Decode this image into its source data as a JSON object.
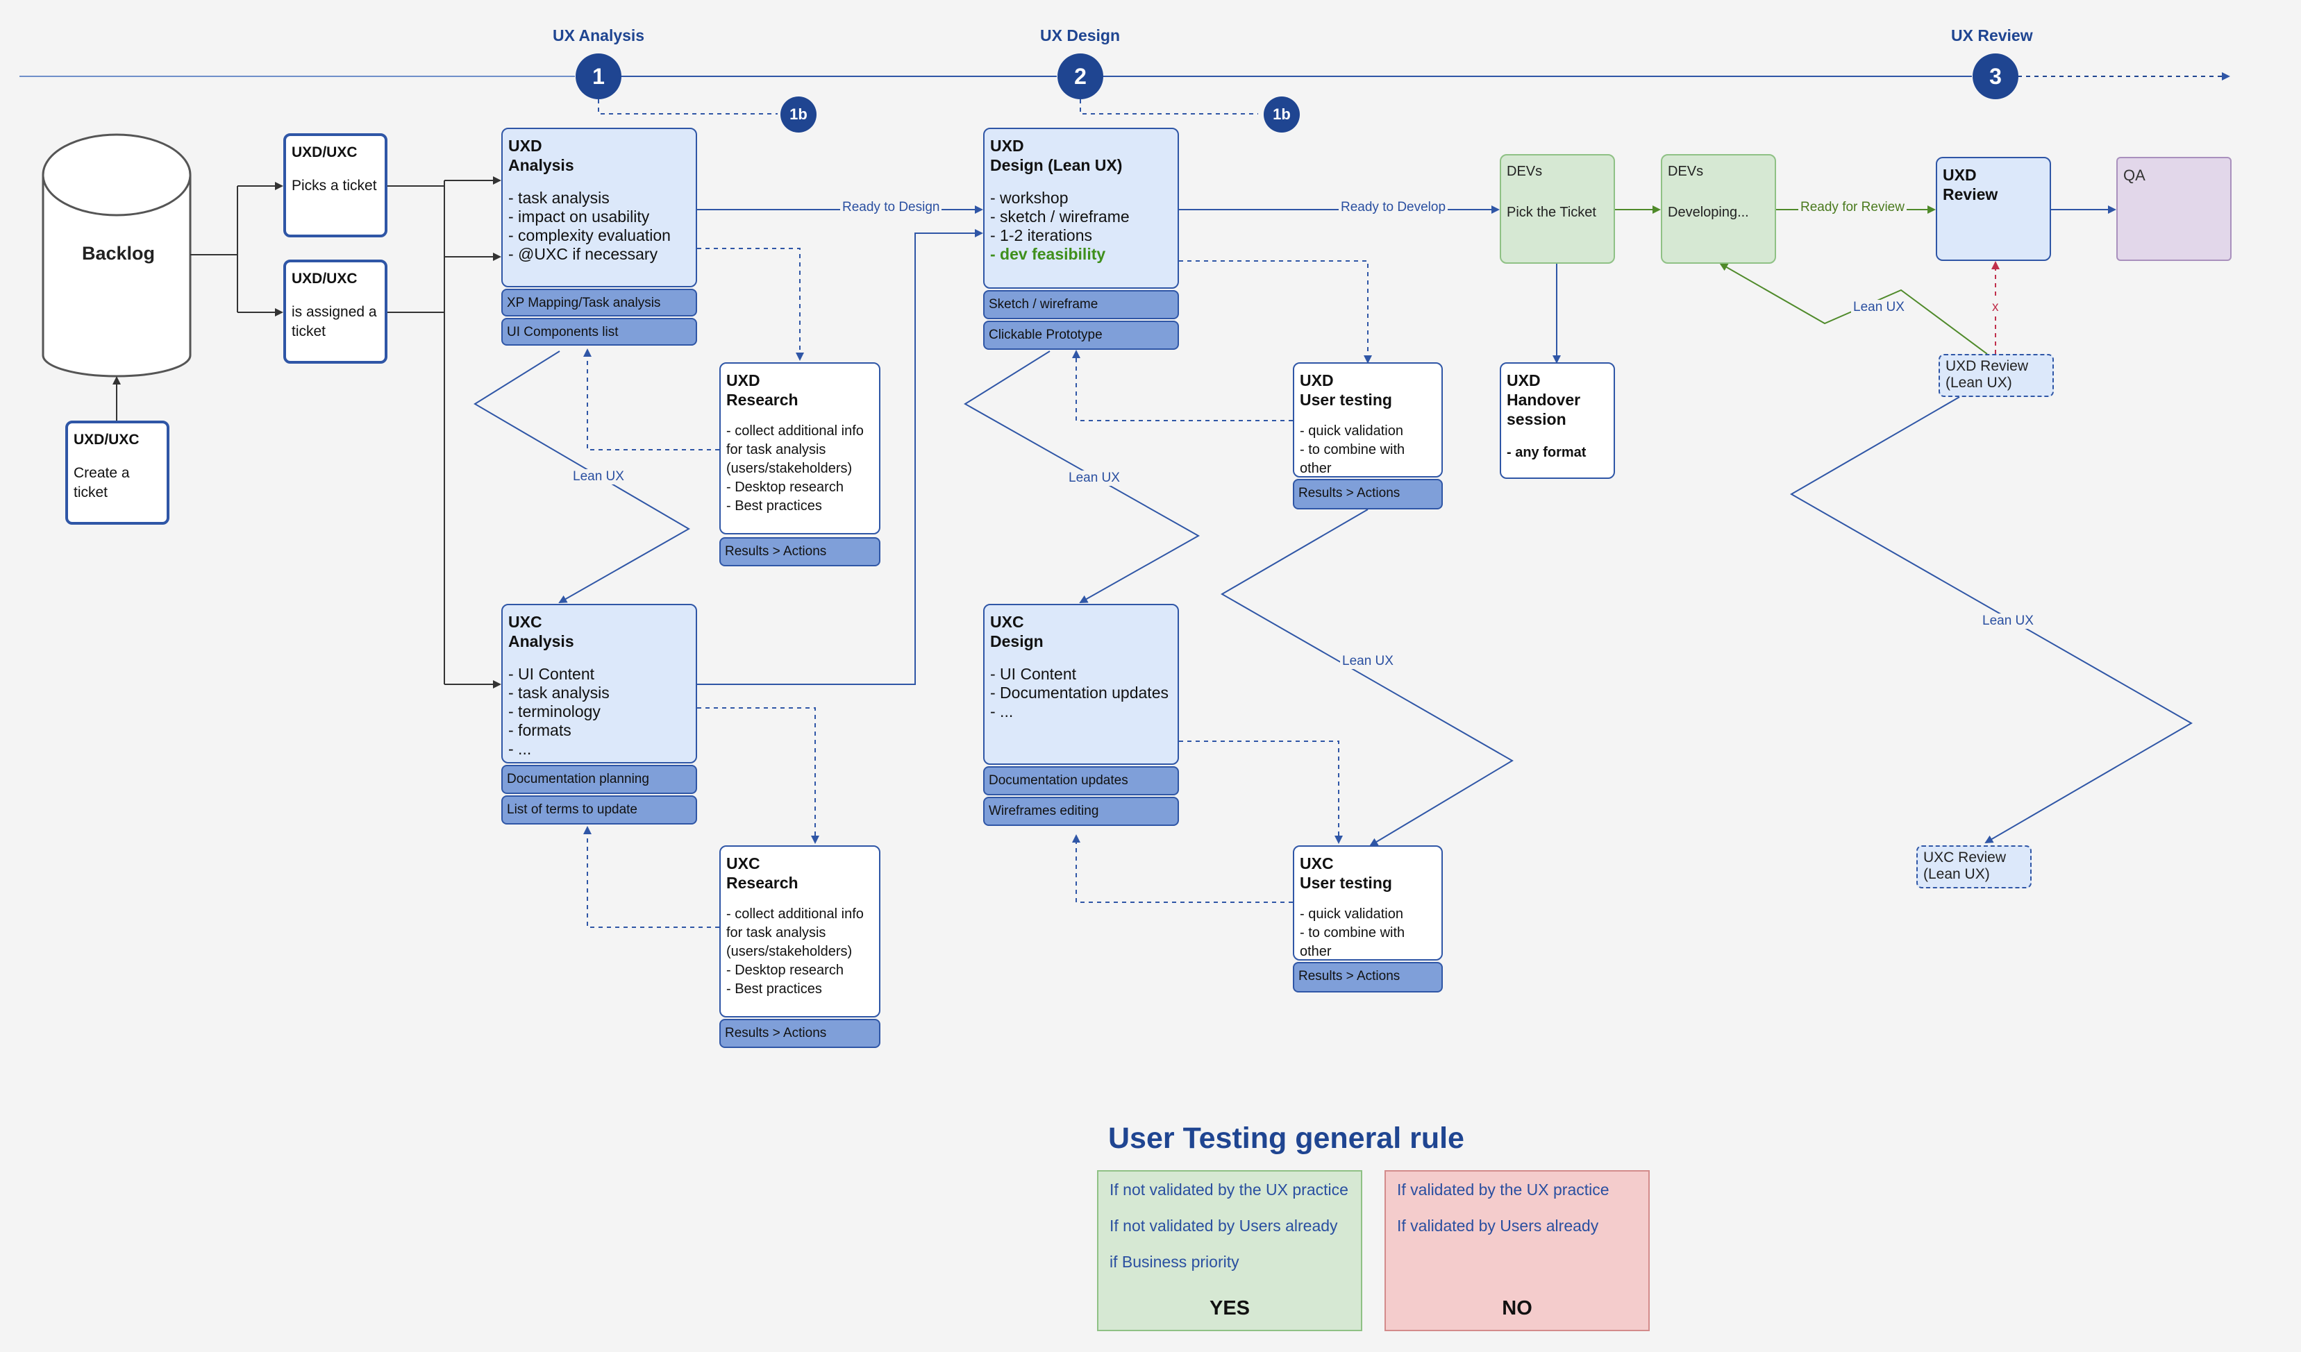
{
  "phases": [
    {
      "label": "UX Analysis",
      "number": "1"
    },
    {
      "label": "UX Design",
      "number": "2"
    },
    {
      "label": "UX Review",
      "number": "3"
    }
  ],
  "subphase_badge": "1b",
  "backlog": "Backlog",
  "nodes": {
    "create_ticket": {
      "title": "UXD/UXC",
      "body": "Create a ticket"
    },
    "picks_ticket": {
      "title": "UXD/UXC",
      "body": "Picks a ticket"
    },
    "assigned_ticket": {
      "title": "UXD/UXC",
      "body": "is assigned a ticket"
    },
    "uxd_analysis": {
      "title1": "UXD",
      "title2": "Analysis",
      "items": [
        "- task analysis",
        "- impact on usability",
        "- complexity evaluation",
        "- @UXC if necessary"
      ],
      "tags": [
        "XP Mapping/Task analysis",
        "UI Components list"
      ]
    },
    "uxd_research": {
      "title1": "UXD",
      "title2": "Research",
      "items": [
        "- collect additional info",
        "for task analysis",
        "(users/stakeholders)",
        "- Desktop research",
        "- Best practices"
      ],
      "tags": [
        "Results > Actions"
      ]
    },
    "uxc_analysis": {
      "title1": "UXC",
      "title2": "Analysis",
      "items": [
        "- UI Content",
        "- task analysis",
        "- terminology",
        "- formats",
        "- ..."
      ],
      "tags": [
        "Documentation planning",
        "List of terms to update"
      ]
    },
    "uxc_research": {
      "title1": "UXC",
      "title2": "Research",
      "items": [
        "- collect additional info",
        "for task analysis",
        "(users/stakeholders)",
        "- Desktop research",
        "- Best practices"
      ],
      "tags": [
        "Results > Actions"
      ]
    },
    "uxd_design": {
      "title1": "UXD",
      "title2": "Design (Lean UX)",
      "items": [
        "- workshop",
        "- sketch / wireframe",
        "- 1-2 iterations"
      ],
      "highlight": "- dev feasibility",
      "tags": [
        "Sketch / wireframe",
        "Clickable Prototype"
      ]
    },
    "uxc_design": {
      "title1": "UXC",
      "title2": "Design",
      "items": [
        "- UI Content",
        "- Documentation updates",
        "- ..."
      ],
      "tags": [
        "Documentation updates",
        "Wireframes editing"
      ]
    },
    "uxd_testing": {
      "title1": "UXD",
      "title2": "User testing",
      "items": [
        "- quick validation",
        "- to combine with other"
      ],
      "tags": [
        "Results > Actions"
      ]
    },
    "uxc_testing": {
      "title1": "UXC",
      "title2": "User testing",
      "items": [
        "- quick validation",
        "- to combine with other"
      ],
      "tags": [
        "Results > Actions"
      ]
    },
    "handover": {
      "title": "UXD Handover session",
      "body": "- any format"
    },
    "devs_pick": {
      "title": "DEVs",
      "body": "Pick the Ticket"
    },
    "devs_developing": {
      "title": "DEVs",
      "body": "Developing..."
    },
    "uxd_review": {
      "title1": "UXD",
      "title2": "Review"
    },
    "qa": {
      "title": "QA"
    },
    "uxd_review_lean": {
      "line1": "UXD Review",
      "line2": "(Lean UX)"
    },
    "uxc_review_lean": {
      "line1": "UXC Review",
      "line2": "(Lean UX)"
    }
  },
  "edge_labels": {
    "ready_design": "Ready to Design",
    "ready_develop": "Ready to Develop",
    "ready_review": "Ready for Review",
    "lean_ux": "Lean UX",
    "x_mark": "x"
  },
  "rule": {
    "title": "User Testing general rule",
    "yes_items": [
      "If not validated by the UX practice",
      "If not validated by Users already",
      "if Business priority"
    ],
    "yes": "YES",
    "no_items": [
      "If validated by the UX practice",
      "If validated by Users already"
    ],
    "no": "NO"
  },
  "colors": {
    "accent": "#1f4591",
    "card": "#dce8fa",
    "tag": "#7f9fd9",
    "dev": "#d6e8d3",
    "qa": "#e2d7ea",
    "yes_bg": "#d6e8d3",
    "no_bg": "#f4cccc",
    "lean_green": "#4a7a1e",
    "reject_red": "#c0304c"
  }
}
